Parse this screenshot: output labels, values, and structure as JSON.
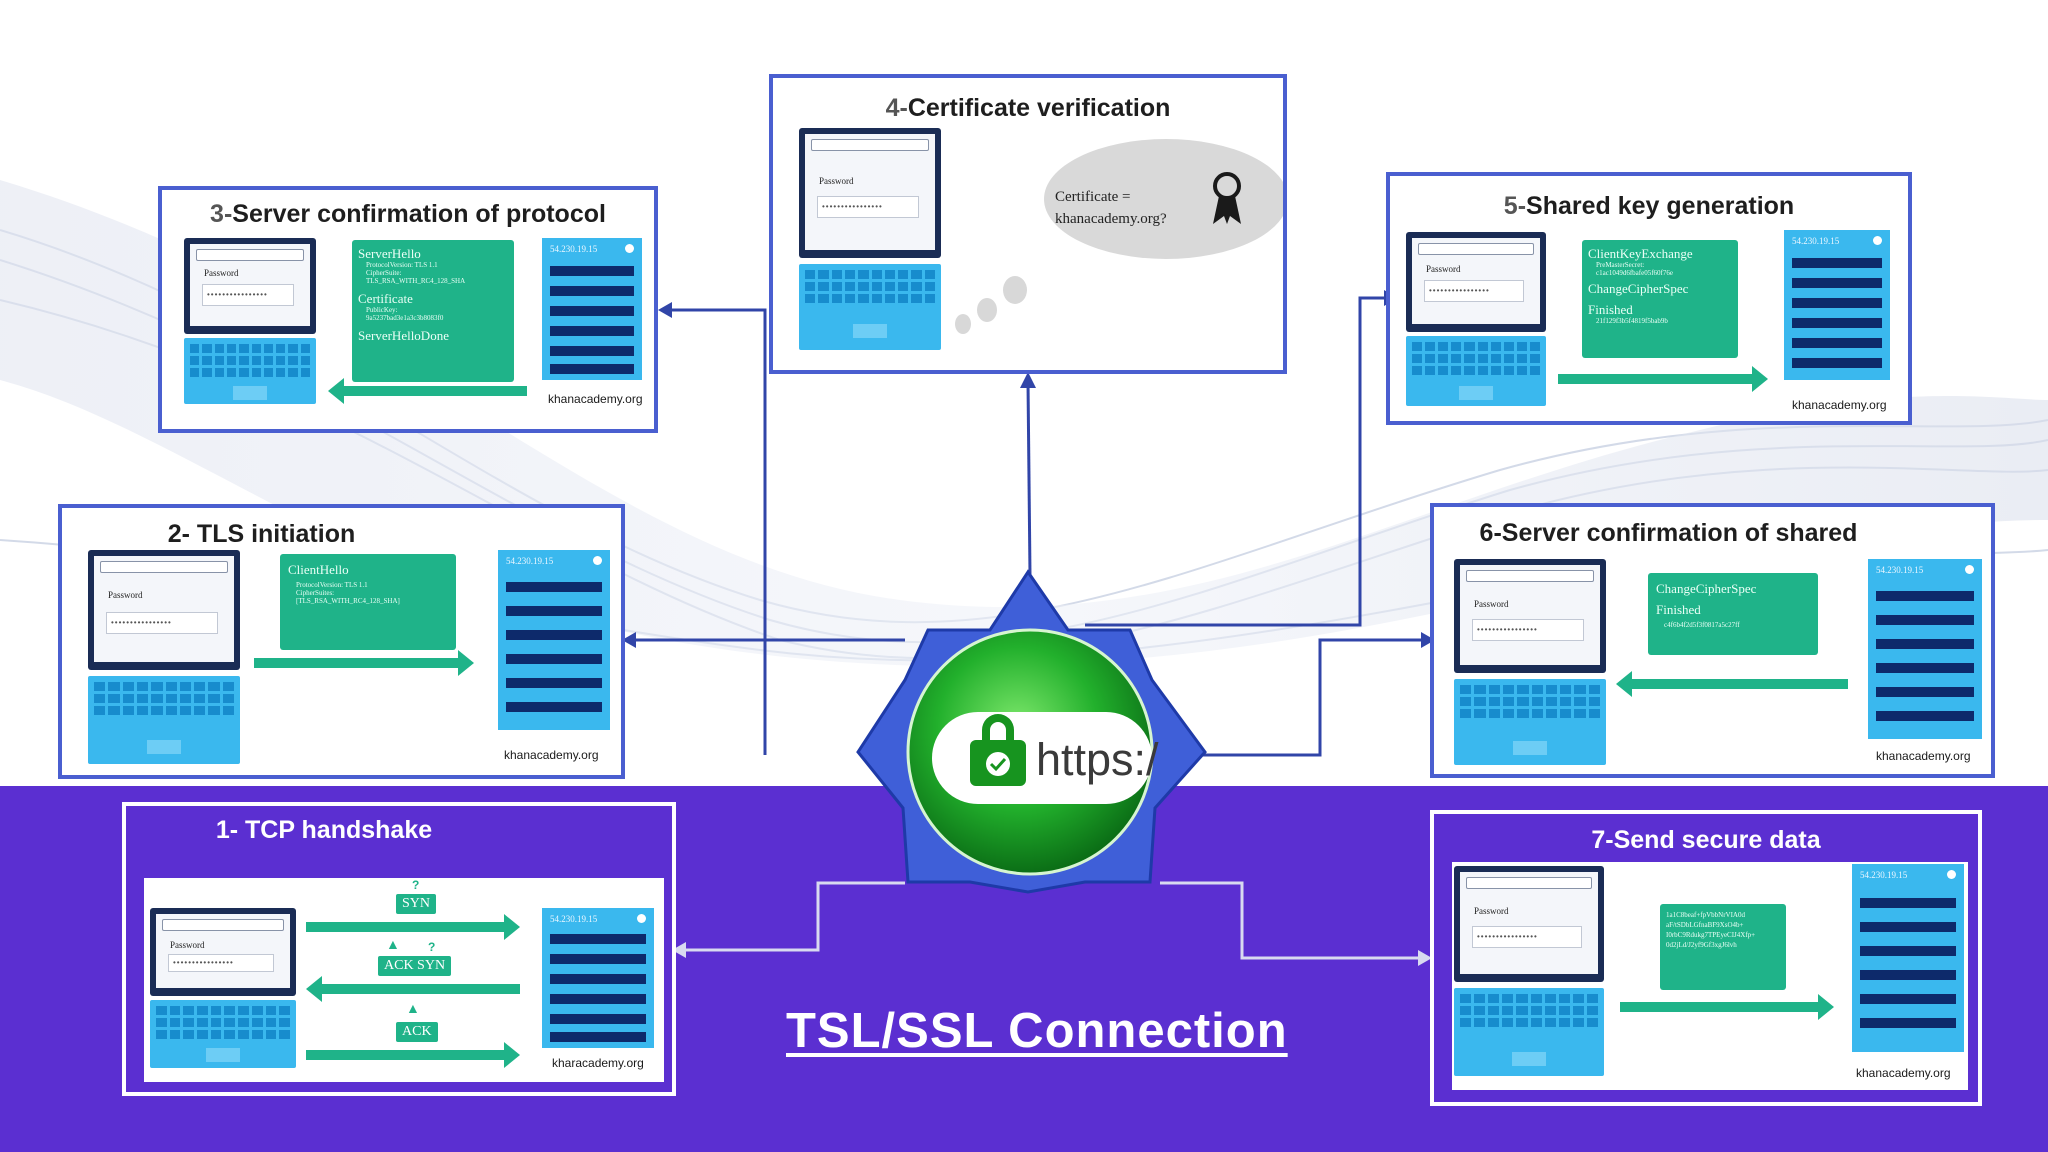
{
  "main_title": "TSL/SSL Connection",
  "badge": {
    "text": "https:/"
  },
  "colors": {
    "accent_purple": "#5b2fd1",
    "panel_border": "#4a5fd0",
    "message_green": "#1fb389",
    "server_blue": "#3ab8ee",
    "badge_green": "#1fa527"
  },
  "common": {
    "password_label": "Password",
    "password_value": "••••••••••••••••",
    "server_ip": "54.230.19.15",
    "domain": "khanacademy.org"
  },
  "steps": {
    "s1": {
      "num": "1-",
      "title": " TCP handshake",
      "syn": "SYN",
      "ack_syn": "ACK SYN",
      "ack": "ACK",
      "q1": "?",
      "q2": "?",
      "domain": "kharacademy.org"
    },
    "s2": {
      "num": "2-",
      "title": " TLS initiation",
      "msg_title": "ClientHello",
      "lines": [
        "ProtocolVersion: TLS 1.1",
        "CipherSuites:",
        "[TLS_RSA_WITH_RC4_128_SHA]"
      ]
    },
    "s3": {
      "num": "3-",
      "title": "Server confirmation of protocol",
      "msg_title": "ServerHello",
      "lines": [
        "ProtocolVersion: TLS 1.1",
        "CipherSuite:",
        "TLS_RSA_WITH_RC4_128_SHA"
      ],
      "cert_title": "Certificate",
      "cert_lines": [
        "PublicKey:",
        "9a5237bad3e1a3c3b8083f0"
      ],
      "done": "ServerHelloDone"
    },
    "s4": {
      "num": "4-",
      "title": "Certificate verification",
      "bubble_line1": "Certificate =",
      "bubble_line2": "khanacademy.org?"
    },
    "s5": {
      "num": "5-",
      "title": "Shared key generation",
      "msg_title": "ClientKeyExchange",
      "lines": [
        "PreMasterSecret:",
        "c1ac1049d6fbafe05f60f76e"
      ],
      "change": "ChangeCipherSpec",
      "finished": "Finished",
      "hash": "21f129f3b5f4819f5bab9b"
    },
    "s6": {
      "num": "6-",
      "title": "Server confirmation of shared",
      "change": "ChangeCipherSpec",
      "finished": "Finished",
      "hash": "c4f6b4f2d5f3f0817a5c27ff"
    },
    "s7": {
      "num": "7-",
      "title": "Send secure data",
      "cipher": [
        "1a1C8beaf+fpVbbNrVIA0d",
        "aF/tSDbLGfnaBF9XsO4b+",
        "I0rbC9Rdukg7TPEyeCIJ4Xfp+",
        "0d2jLd/J2yf9Gf3xgJ6lvh"
      ]
    }
  }
}
